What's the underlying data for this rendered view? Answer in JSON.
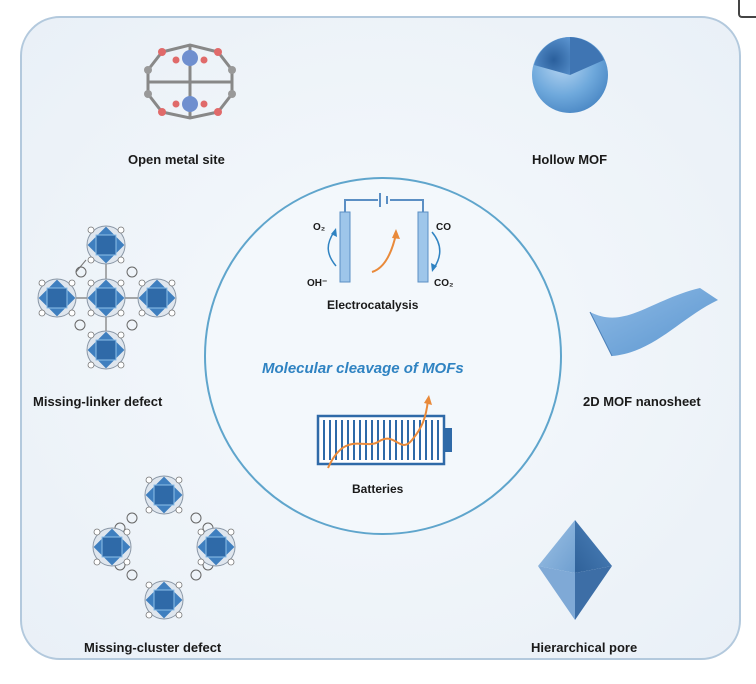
{
  "labels": {
    "open_metal_site": "Open metal site",
    "hollow_mof": "Hollow MOF",
    "missing_linker_defect": "Missing-linker defect",
    "nanosheet_2d": "2D MOF nanosheet",
    "missing_cluster_defect": "Missing-cluster defect",
    "hierarchical_pore": "Hierarchical pore"
  },
  "center": {
    "title": "Molecular cleavage of MOFs",
    "electrocatalysis": "Electrocatalysis",
    "batteries": "Batteries",
    "o2": "O₂",
    "oh": "OH⁻",
    "co": "CO",
    "co2": "CO₂"
  },
  "colors": {
    "frame": "#b3c9dd",
    "circle": "#5fa5cc",
    "accent_blue": "#2f83c2",
    "cluster_blue": "#3f7fbf",
    "arrow_orange": "#e98a3a"
  },
  "icons": [
    "open-metal-site-icon",
    "hollow-sphere-icon",
    "framework-icon",
    "nanosheet-icon",
    "cluster-ring-icon",
    "octahedron-icon",
    "electrochemical-cell-icon",
    "battery-icon"
  ]
}
